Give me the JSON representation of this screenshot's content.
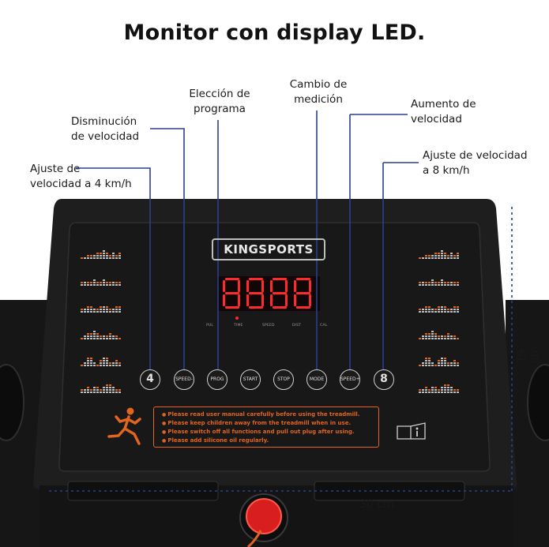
{
  "title": "Monitor con display LED.",
  "callouts": {
    "speed_preset_4": [
      "Ajuste de",
      "velocidad a 4 km/h"
    ],
    "speed_down": [
      "Disminución",
      "de velocidad"
    ],
    "program": [
      "Elección de",
      "programa"
    ],
    "mode": [
      "Cambio de",
      "medición"
    ],
    "speed_up": [
      "Aumento de",
      "velocidad"
    ],
    "speed_preset_8": [
      "Ajuste de velocidad",
      "a 8 km/h"
    ]
  },
  "console": {
    "brand": "KINGSPORTS",
    "display_value": "8888",
    "indicators": [
      "PUL",
      "TIME",
      "SPEED",
      "DIST",
      "CAL"
    ],
    "buttons": [
      "4",
      "SPEED-",
      "PROG",
      "START",
      "STOP",
      "MODE",
      "SPEED+",
      "8"
    ],
    "warnings": [
      "Please read user manual carefully before using the treadmill.",
      "Please keep children away from the treadmill when in use.",
      "Please switch off all functions and pull out plug after using.",
      "Please add silicone oil regularly."
    ]
  },
  "dimensions": {
    "width": "30 cm",
    "height": "19 cm"
  },
  "colors": {
    "callout_line": "#2b3f8f",
    "console_body": "#1a1a1a",
    "accent_orange": "#e2641e",
    "led_red": "#ff2a2a",
    "safety_key": "#d81e1e"
  }
}
